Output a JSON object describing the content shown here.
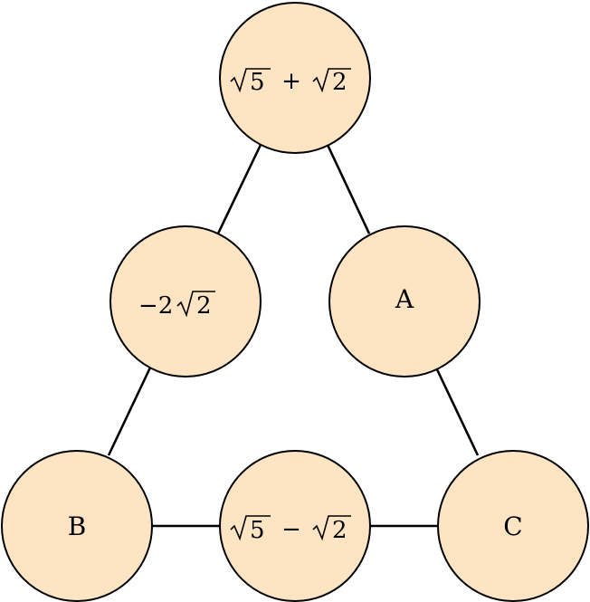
{
  "nodes": {
    "top": {
      "radicand_a": "5",
      "operator": "+",
      "radicand_b": "2"
    },
    "left_mid": {
      "coefficient": "−2",
      "radicand": "2"
    },
    "right_mid": {
      "label": "A"
    },
    "bottom_left": {
      "label": "B"
    },
    "bottom_mid": {
      "radicand_a": "5",
      "operator": "−",
      "radicand_b": "2"
    },
    "bottom_right": {
      "label": "C"
    }
  },
  "colors": {
    "node_fill": "#fde5c4",
    "stroke": "#000000"
  }
}
